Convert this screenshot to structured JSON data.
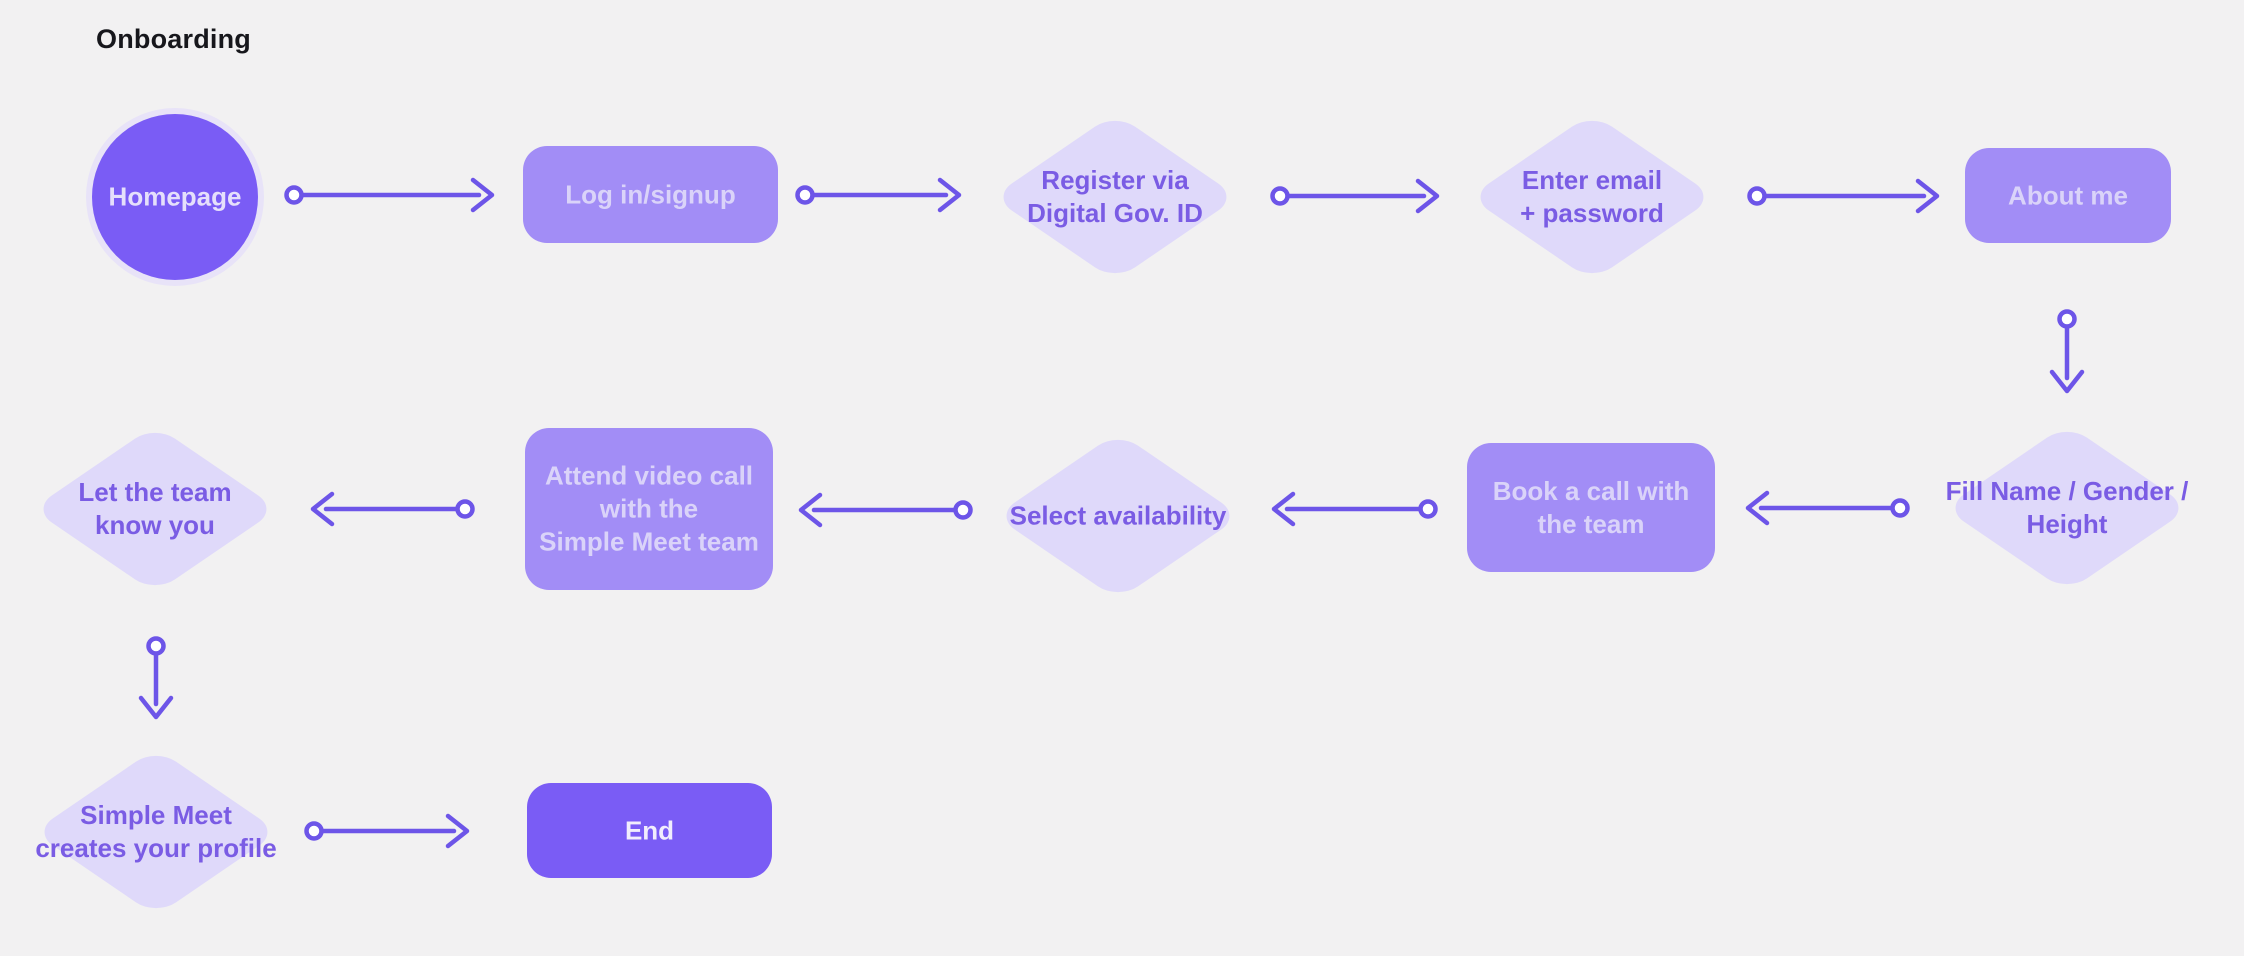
{
  "title": "Onboarding",
  "colors": {
    "background": "#F2F1F2",
    "node_solid_purple": "#7A5CF5",
    "node_medium_purple": "#A28DF6",
    "node_light_lavender": "#DFD9FA",
    "connector_purple": "#6D55E8",
    "diamond_text_purple": "#7A5CE4",
    "title_text": "#17171C"
  },
  "nodes": {
    "homepage": {
      "label": "Homepage",
      "type": "start-circle"
    },
    "login": {
      "label": "Log in/signup",
      "type": "process"
    },
    "register": {
      "label": "Register via\nDigital Gov. ID",
      "type": "decision"
    },
    "email": {
      "label": "Enter email\n+ password",
      "type": "decision"
    },
    "aboutme": {
      "label": "About me",
      "type": "process"
    },
    "fillname": {
      "label": "Fill Name / Gender /\nHeight",
      "type": "decision"
    },
    "bookcall": {
      "label": "Book a call with\nthe team",
      "type": "process"
    },
    "selectavailability": {
      "label": "Select availability",
      "type": "decision"
    },
    "attendcall": {
      "label": "Attend video call\nwith the\nSimple Meet team",
      "type": "process"
    },
    "letteam": {
      "label": "Let the team\nknow you",
      "type": "decision"
    },
    "simplemeet": {
      "label": "Simple Meet\ncreates your profile",
      "type": "decision"
    },
    "end": {
      "label": "End",
      "type": "terminal"
    }
  }
}
